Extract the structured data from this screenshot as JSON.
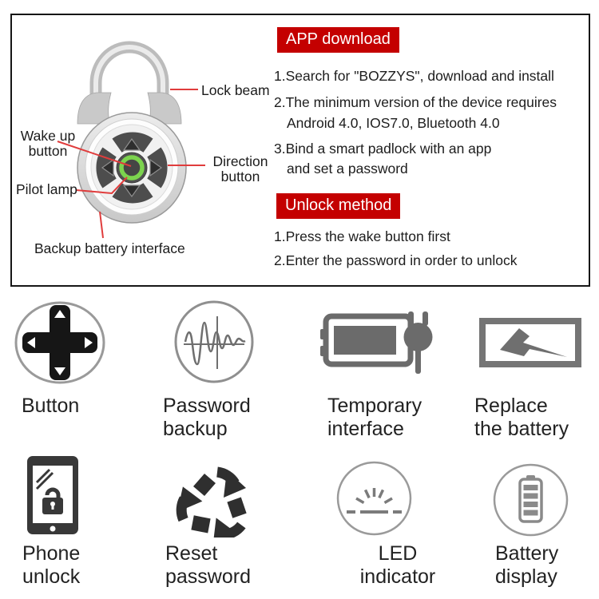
{
  "colors": {
    "header_bg": "#c40000",
    "header_text": "#ffffff",
    "leader_line": "#e03c3c",
    "pilot_lamp_green": "#7cd34e",
    "icon_gray": "#6b6b6b",
    "icon_dark": "#2f2f2f",
    "panel_border": "#161616"
  },
  "panel": {
    "app_header": "APP download",
    "app_steps": [
      {
        "text": "1.Search for \"BOZZYS\", download and install"
      },
      {
        "text": "2.The minimum version of the device requires"
      },
      {
        "text": "Android 4.0, IOS7.0, Bluetooth 4.0"
      },
      {
        "text": "3.Bind a smart padlock with an app"
      },
      {
        "text": "and set a password"
      }
    ],
    "unlock_header": "Unlock method",
    "unlock_steps": [
      {
        "text": "1.Press the wake button first"
      },
      {
        "text": "2.Enter the password in order to unlock"
      }
    ]
  },
  "padlock": {
    "pilot_lamp_color": "#7cd34e",
    "labels": {
      "lock_beam": "Lock beam",
      "wake_up_line1": "Wake up",
      "wake_up_line2": "button",
      "pilot_lamp": "Pilot lamp",
      "direction_line1": "Direction",
      "direction_line2": "button",
      "backup_battery": "Backup battery interface"
    }
  },
  "features": [
    {
      "icon": "dpad-icon",
      "line1": "Button",
      "line2": ""
    },
    {
      "icon": "waveform-icon",
      "line1": "Password",
      "line2": "backup"
    },
    {
      "icon": "battery-plug-icon",
      "line1": "Temporary",
      "line2": "interface"
    },
    {
      "icon": "battery-bolt-icon",
      "line1": "Replace",
      "line2": "the battery"
    },
    {
      "icon": "phone-lock-icon",
      "line1": "Phone",
      "line2": "unlock"
    },
    {
      "icon": "recycle-icon",
      "line1": "Reset",
      "line2": "password"
    },
    {
      "icon": "led-indicator-icon",
      "line1": "LED",
      "line2": "indicator"
    },
    {
      "icon": "battery-level-icon",
      "line1": "Battery",
      "line2": "display"
    }
  ]
}
